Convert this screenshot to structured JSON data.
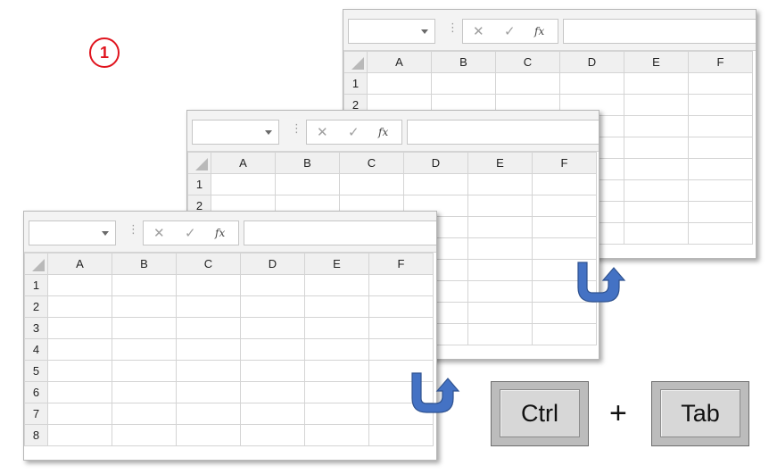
{
  "step_label": "1",
  "columns": [
    "A",
    "B",
    "C",
    "D",
    "E",
    "F"
  ],
  "rows": [
    "1",
    "2",
    "3",
    "4",
    "5",
    "6",
    "7",
    "8"
  ],
  "formula_bar": {
    "cancel_icon": "✕",
    "enter_icon": "✓",
    "function_icon": "fx"
  },
  "keys": {
    "ctrl": "Ctrl",
    "plus": "+",
    "tab": "Tab"
  },
  "colors": {
    "badge": "#e0141e",
    "arrow": "#4472c4"
  }
}
